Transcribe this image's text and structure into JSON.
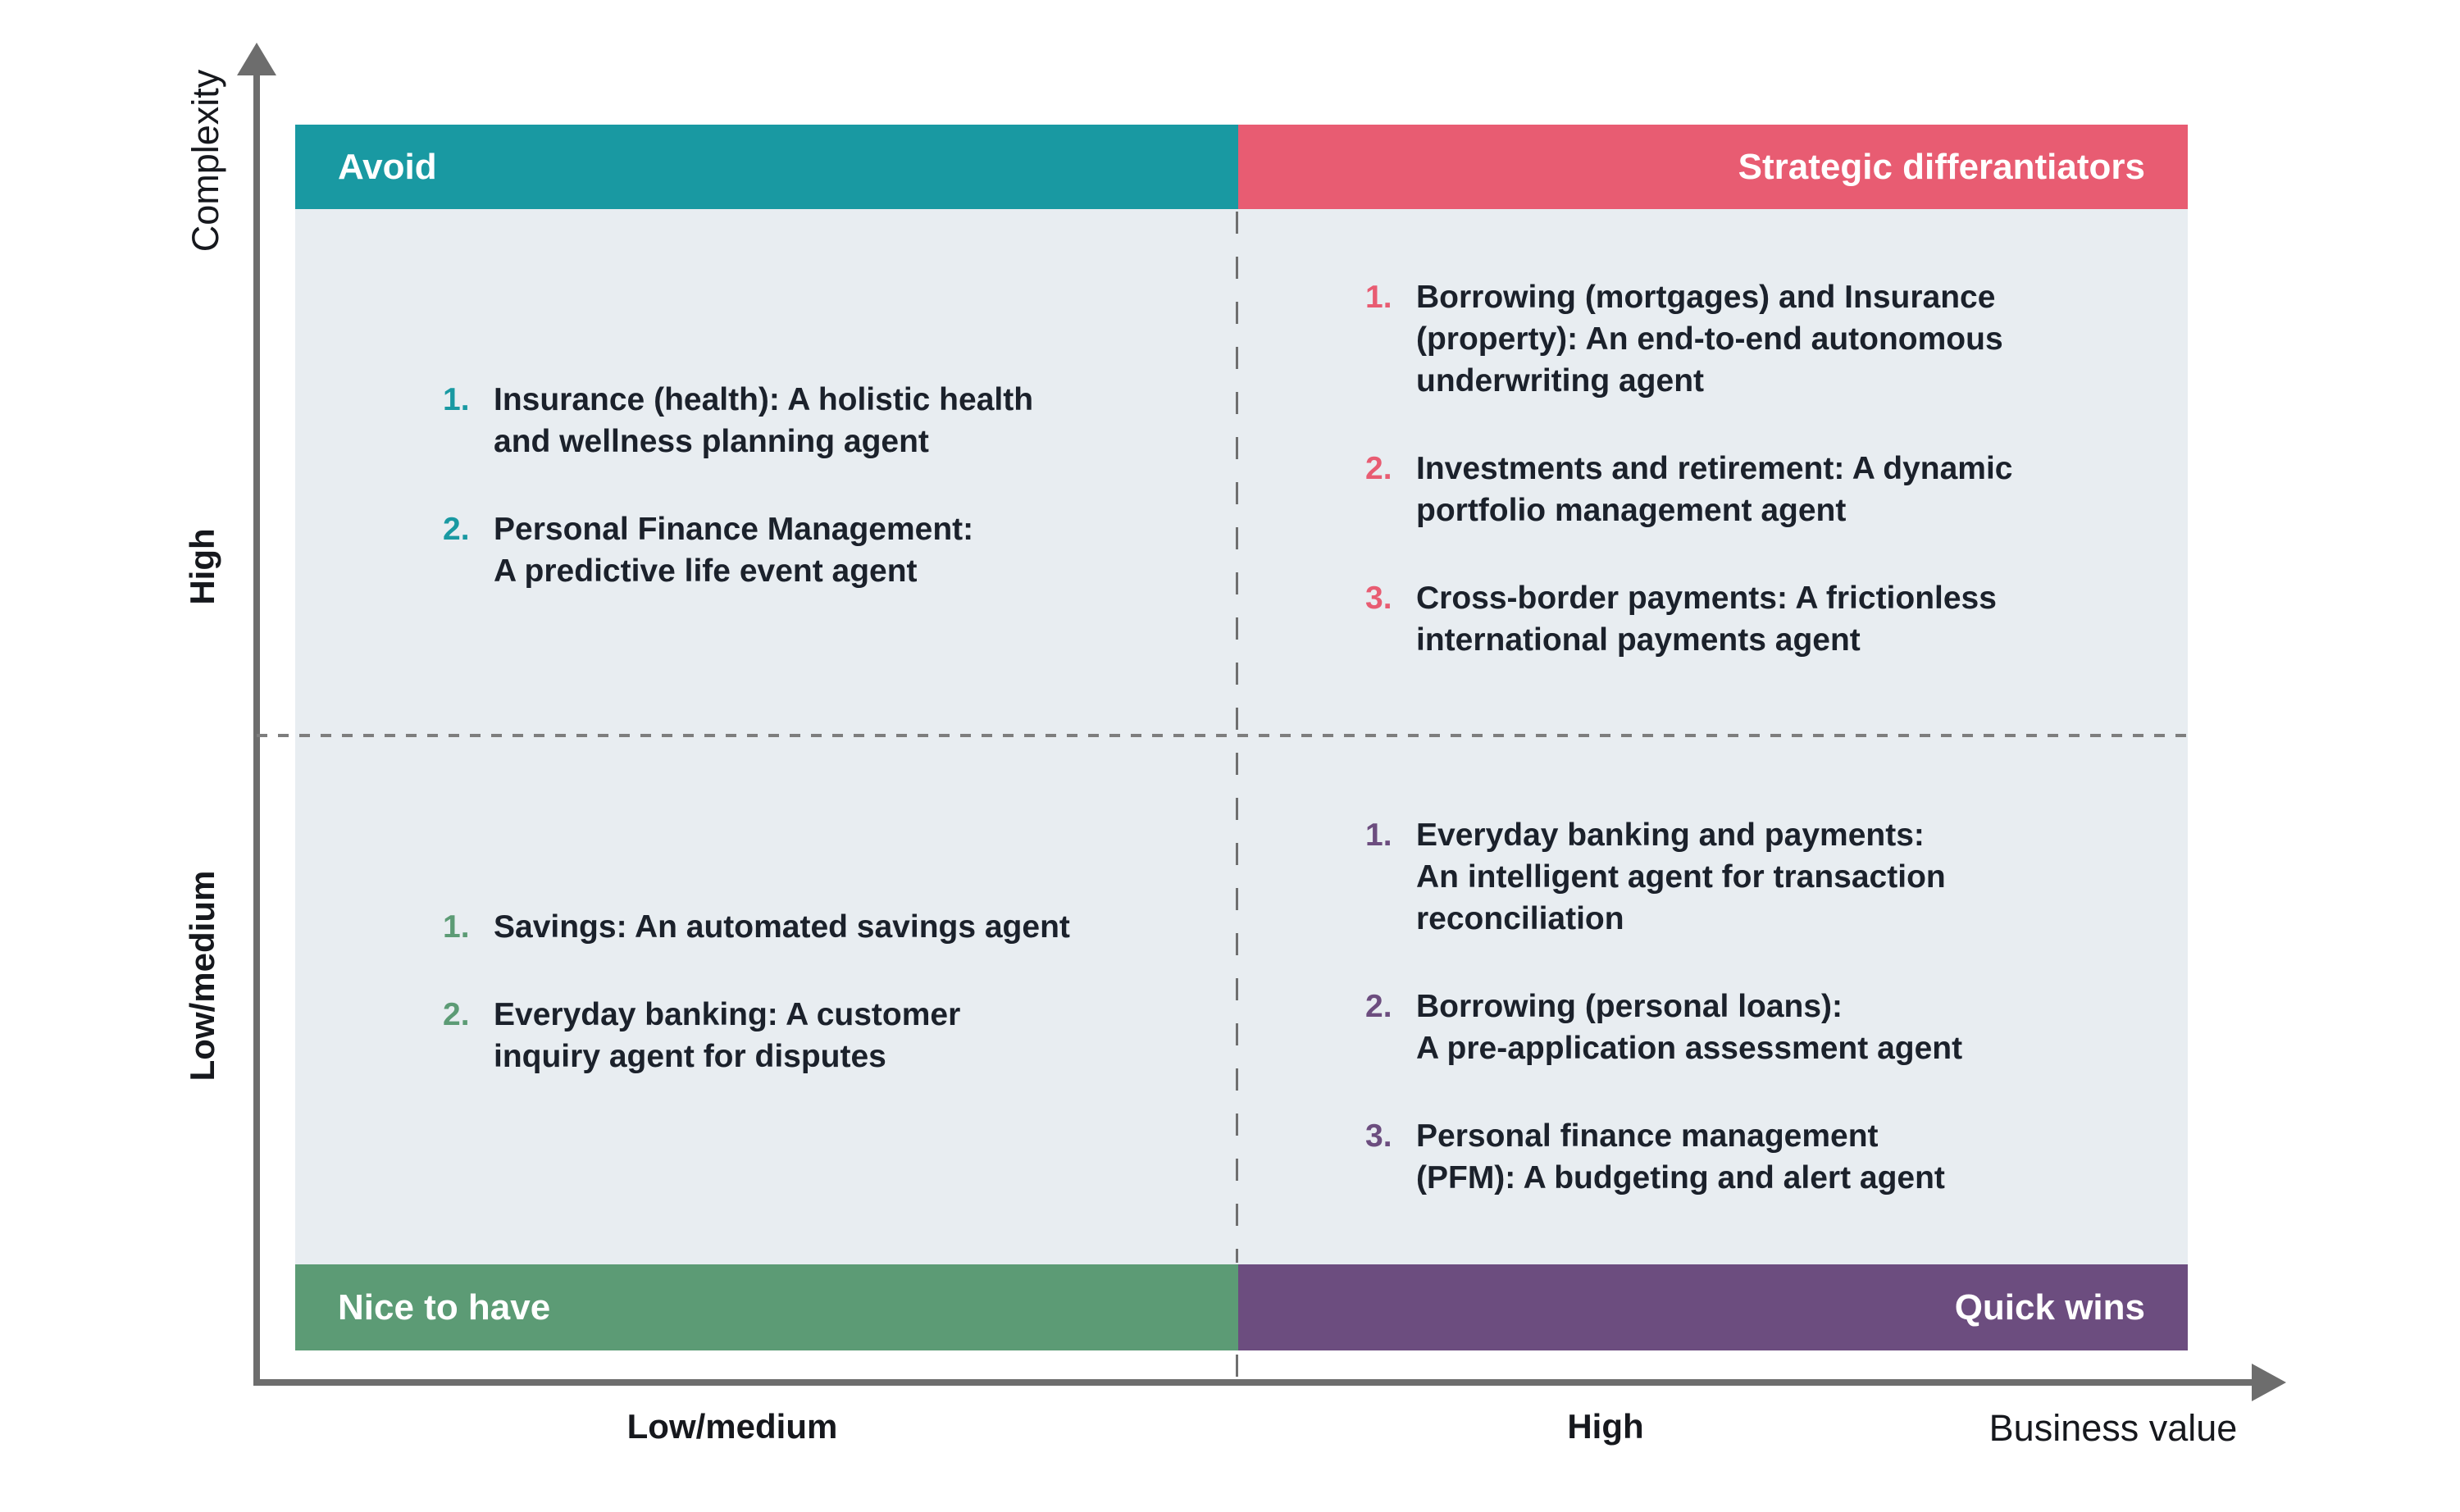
{
  "matrix": {
    "y_axis": {
      "label": "Complexity",
      "ticks": [
        "High",
        "Low/medium"
      ]
    },
    "x_axis": {
      "ticks": [
        "Low/medium",
        "High"
      ],
      "label": "Business value"
    },
    "quadrants": {
      "top_left": {
        "header": "Avoid",
        "accent_color": "#1999A2",
        "items": [
          {
            "number": "1.",
            "text": "Insurance (health): A holistic health\nand wellness planning agent"
          },
          {
            "number": "2.",
            "text": "Personal Finance Management:\nA predictive life event agent"
          }
        ]
      },
      "top_right": {
        "header": "Strategic differantiators",
        "accent_color": "#E85C72",
        "items": [
          {
            "number": "1.",
            "text": "Borrowing (mortgages) and Insurance\n(property): An end-to-end autonomous\nunderwriting agent"
          },
          {
            "number": "2.",
            "text": "Investments and retirement: A dynamic\nportfolio management agent"
          },
          {
            "number": "3.",
            "text": "Cross-border payments: A frictionless\ninternational payments agent"
          }
        ]
      },
      "bottom_left": {
        "header": "Nice to have",
        "accent_color": "#5C9B75",
        "items": [
          {
            "number": "1.",
            "text": "Savings: An automated savings agent"
          },
          {
            "number": "2.",
            "text": "Everyday banking: A customer\ninquiry agent for disputes"
          }
        ]
      },
      "bottom_right": {
        "header": "Quick wins",
        "accent_color": "#6C4D7F",
        "items": [
          {
            "number": "1.",
            "text": "Everyday banking and payments:\nAn intelligent agent for transaction\nreconciliation"
          },
          {
            "number": "2.",
            "text": "Borrowing (personal loans):\nA pre-application assessment agent"
          },
          {
            "number": "3.",
            "text": "Personal finance management\n(PFM): A budgeting and alert agent"
          }
        ]
      }
    },
    "colors": {
      "teal": "#1999A2",
      "pink": "#E85C72",
      "green": "#5C9B75",
      "purple": "#6C4D7F",
      "quadrant_background": "#E8EDF1",
      "axis": "#6D6D6D",
      "text": "#1B212B"
    }
  }
}
